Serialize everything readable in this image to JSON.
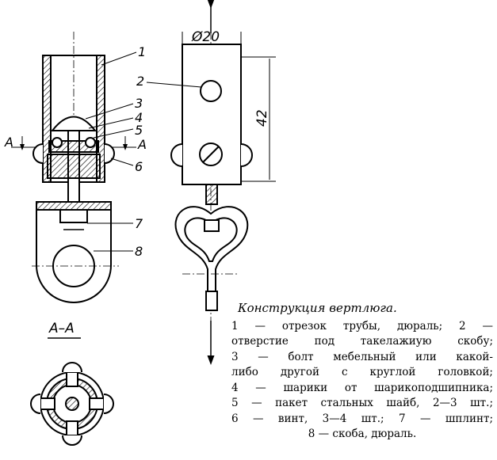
{
  "labels": {
    "part1": "1",
    "part2": "2",
    "part3": "3",
    "part4": "4",
    "part5": "5",
    "part6": "6",
    "part7": "7",
    "part8": "8",
    "section_left": "A",
    "section_right": "A",
    "section_title": "A–A",
    "diameter": "Ø20",
    "length": "42"
  },
  "caption": {
    "title": "Конструкция вертлюга.",
    "lines": [
      "1 — отрезок трубы, дюраль; 2 —",
      "отверстие под такелажиую скобу;",
      "3 — болт мебельный или какой-",
      "либо другой с круглой головкой;",
      "4 — шарики от шарикоподшипника;",
      "5 — пакет стальных шайб, 2—3 шт.;",
      "6 — винт, 3—4 шт.; 7 — шплинт;",
      "8 — скоба, дюраль."
    ]
  }
}
